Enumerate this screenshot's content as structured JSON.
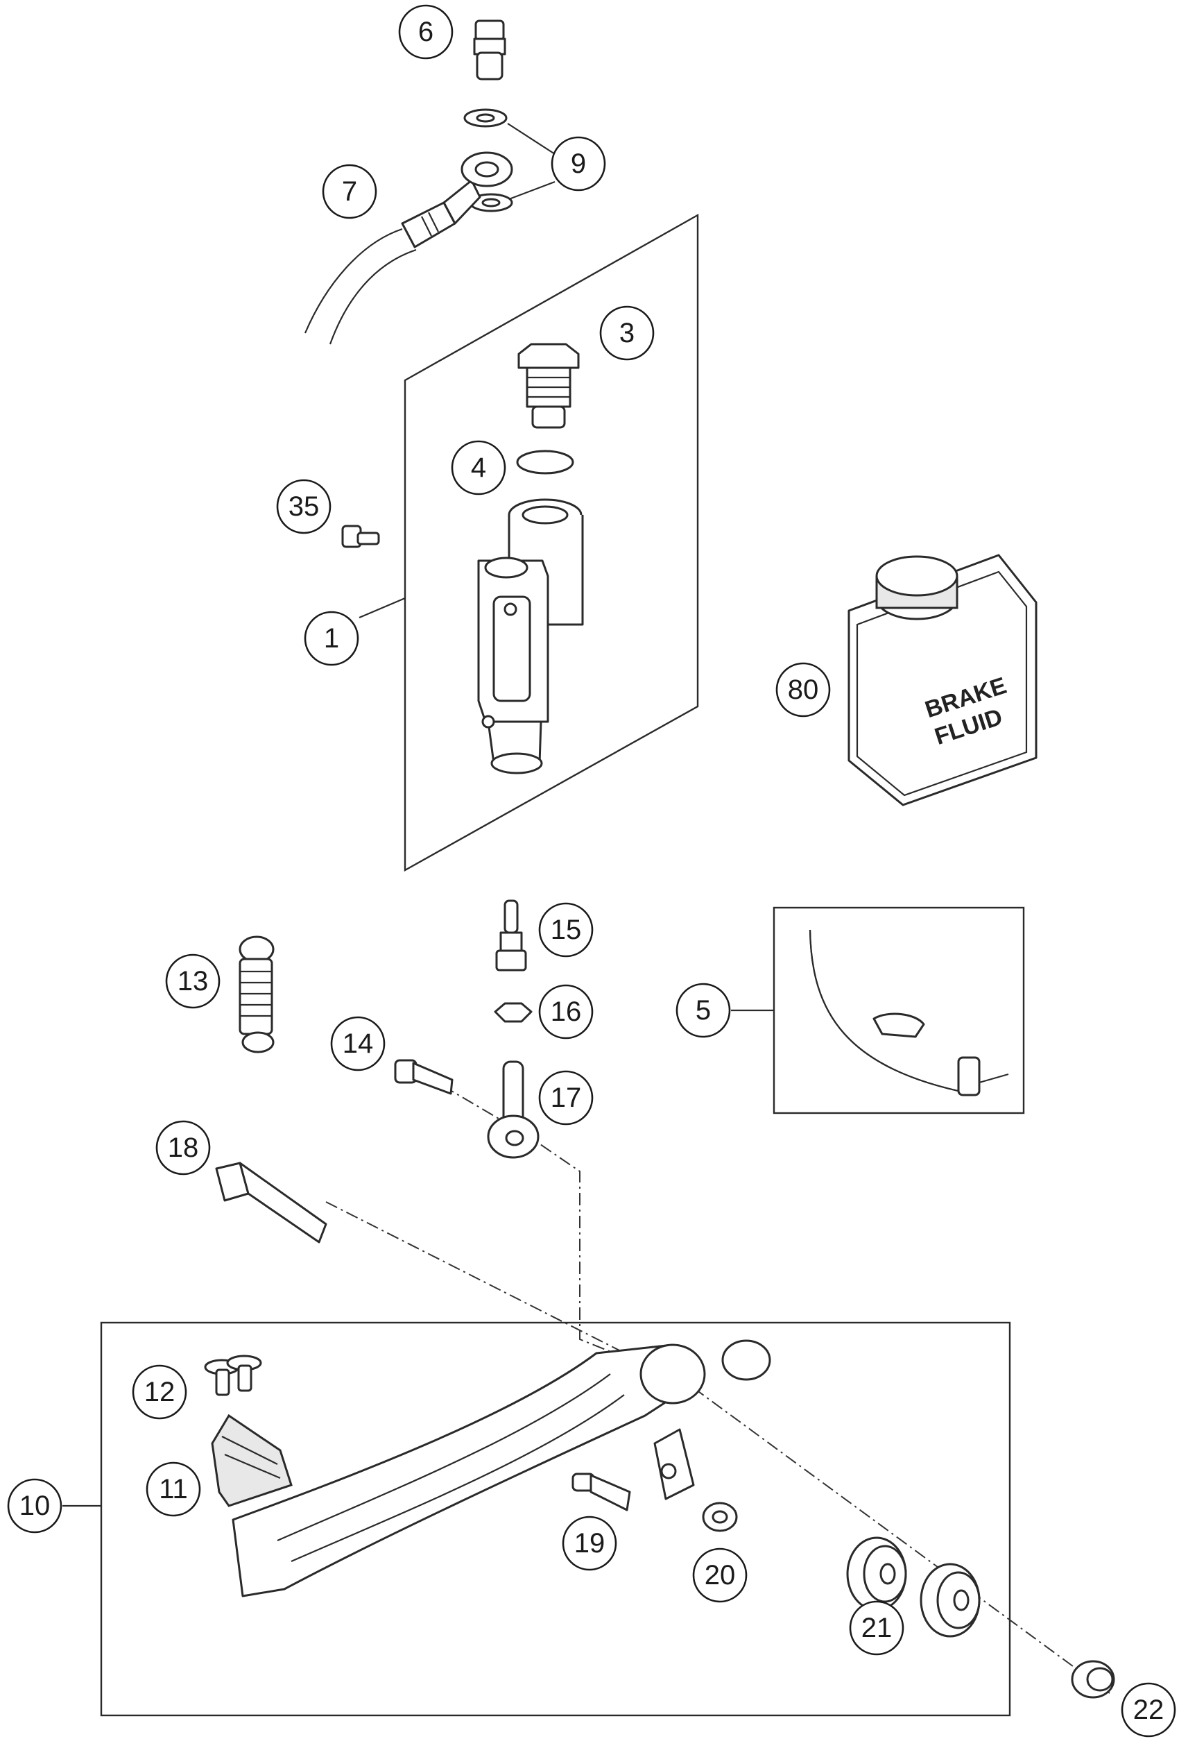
{
  "diagram": {
    "callouts": [
      {
        "id": "6",
        "label": "6"
      },
      {
        "id": "9",
        "label": "9"
      },
      {
        "id": "7",
        "label": "7"
      },
      {
        "id": "3",
        "label": "3"
      },
      {
        "id": "4",
        "label": "4"
      },
      {
        "id": "35",
        "label": "35"
      },
      {
        "id": "1",
        "label": "1"
      },
      {
        "id": "80",
        "label": "80"
      },
      {
        "id": "15",
        "label": "15"
      },
      {
        "id": "13",
        "label": "13"
      },
      {
        "id": "16",
        "label": "16"
      },
      {
        "id": "5",
        "label": "5"
      },
      {
        "id": "14",
        "label": "14"
      },
      {
        "id": "17",
        "label": "17"
      },
      {
        "id": "18",
        "label": "18"
      },
      {
        "id": "12",
        "label": "12"
      },
      {
        "id": "11",
        "label": "11"
      },
      {
        "id": "10",
        "label": "10"
      },
      {
        "id": "19",
        "label": "19"
      },
      {
        "id": "20",
        "label": "20"
      },
      {
        "id": "21",
        "label": "21"
      },
      {
        "id": "22",
        "label": "22"
      }
    ],
    "fluid_can_text": {
      "line1": "BRAKE",
      "line2": "FLUID"
    }
  }
}
